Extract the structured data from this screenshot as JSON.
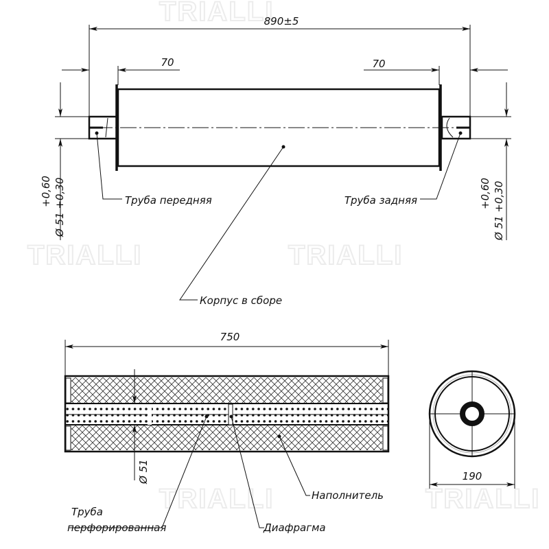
{
  "watermark": "TRIALLI",
  "top_view": {
    "overall_length": "890±5",
    "left_pipe_length": "70",
    "right_pipe_length": "70",
    "pipe_diameter_main": "Ø 51 +0,30",
    "pipe_diameter_upper": "+0,60",
    "front_pipe_label": "Труба передняя",
    "rear_pipe_label": "Труба задняя",
    "body_label": "Корпус в сборе"
  },
  "section_view": {
    "body_length": "750",
    "inner_diameter": "Ø 51",
    "perforated_pipe_label_line1": "Труба",
    "perforated_pipe_label_line2": "перфорированная",
    "diaphragm_label": "Диафрагма",
    "filler_label": "Наполнитель"
  },
  "end_view": {
    "outer_diameter": "190"
  }
}
